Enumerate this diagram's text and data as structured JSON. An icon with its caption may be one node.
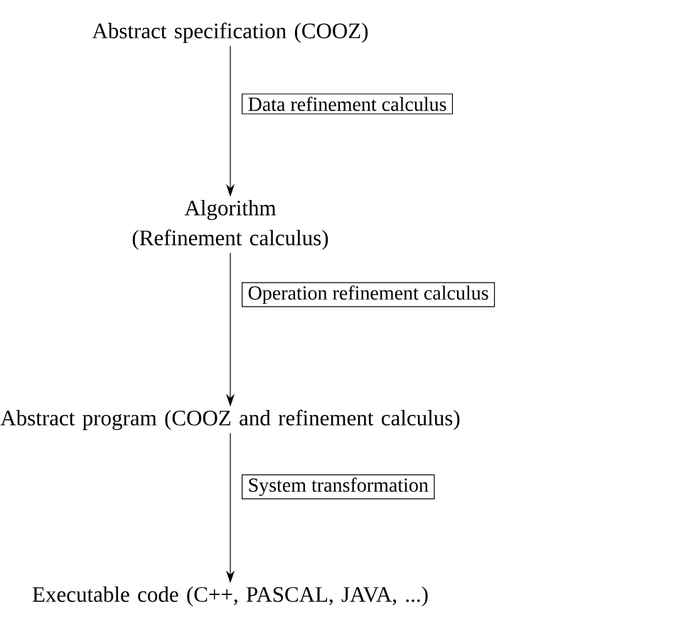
{
  "diagram": {
    "nodes": [
      {
        "text": [
          "Abstract specification (COOZ)"
        ]
      },
      {
        "text": [
          "Algorithm (Refinement calculus)"
        ]
      },
      {
        "text": [
          "Abstract program (COOZ and refinement calculus)"
        ]
      },
      {
        "text": [
          "Executable code (C++, PASCAL, JAVA, ...)"
        ]
      }
    ],
    "edges": [
      {
        "from": 0,
        "to": 1,
        "arrow": "to",
        "label": "Data refinement calculus"
      },
      {
        "from": 1,
        "to": 2,
        "arrow": "to",
        "label": "Operation refinement calculus"
      },
      {
        "from": 2,
        "to": 3,
        "arrow": "to",
        "label": "System transformation"
      }
    ]
  }
}
